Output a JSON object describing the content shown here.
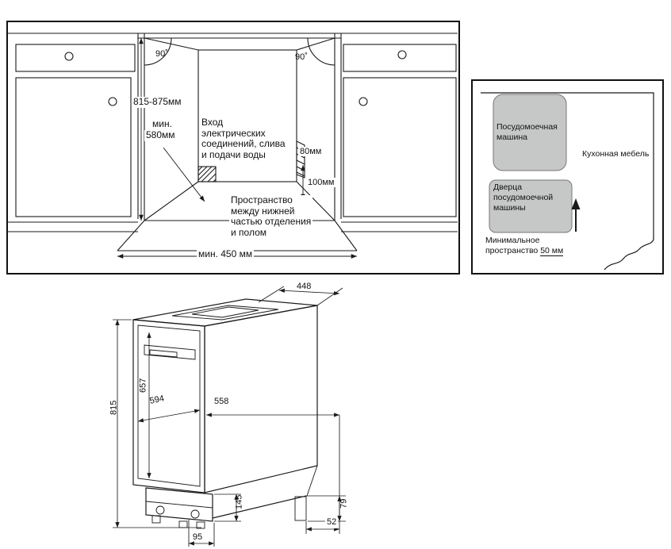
{
  "niche": {
    "angle_left": "90˚",
    "angle_right": "90˚",
    "height_range": "815-875мм",
    "depth_min": [
      "мин.",
      "580мм"
    ],
    "inlet": [
      "Вход",
      "электрических",
      "соединений, слива",
      "и подачи воды"
    ],
    "dim_80": "80мм",
    "dim_100": "100мм",
    "floor_gap": [
      "Пространство",
      "между нижней",
      "частью отделения",
      "и полом"
    ],
    "width_min": "мин. 450 мм"
  },
  "top_view": {
    "dishwasher": [
      "Посудомоечная",
      "машина"
    ],
    "furniture": "Кухонная мебель",
    "door": [
      "Дверца",
      "посудомоечной",
      "машины"
    ],
    "min_space": [
      "Минимальное",
      "пространство"
    ],
    "min_space_value": "50 мм"
  },
  "dims": {
    "width": "448",
    "door_height": "657",
    "depth_door": "594",
    "depth_body": "558",
    "height_total": "815",
    "base_height": "145",
    "foot_offset": "95",
    "rear_offset": "52",
    "rear_height": "79"
  },
  "colors": {
    "line": "#1a1a1a",
    "gray_fill": "#c5c8c6"
  }
}
